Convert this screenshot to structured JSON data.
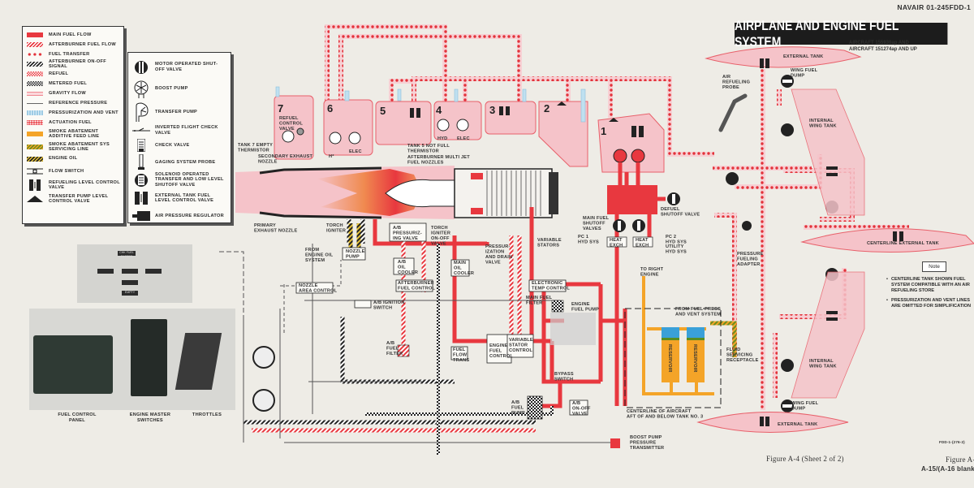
{
  "header": {
    "document_code": "NAVAIR 01-245FDD-1",
    "title": "AIRPLANE AND ENGINE FUEL SYSTEM",
    "applicability": [
      "AIRCRAFT 155930ap AND",
      "AIRCRAFT 151274ap AND UP"
    ]
  },
  "legend_lines": [
    {
      "type": "main",
      "label": "MAIN FUEL FLOW"
    },
    {
      "type": "ab",
      "label": "AFTERBURNER FUEL FLOW"
    },
    {
      "type": "transfer",
      "label": "FUEL TRANSFER"
    },
    {
      "type": "absig",
      "label": "AFTERBURNER ON-OFF SIGNAL"
    },
    {
      "type": "refuel",
      "label": "REFUEL"
    },
    {
      "type": "metered",
      "label": "METERED FUEL"
    },
    {
      "type": "gravity",
      "label": "GRAVITY FLOW"
    },
    {
      "type": "ref",
      "label": "REFERENCE PRESSURE"
    },
    {
      "type": "vent",
      "label": "PRESSURIZATION AND VENT"
    },
    {
      "type": "act",
      "label": "ACTUATION FUEL"
    },
    {
      "type": "smoke",
      "label": "SMOKE ABATEMENT ADDITIVE FEED LINE"
    },
    {
      "type": "smokeserv",
      "label": "SMOKE ABATEMENT SYS SERVICING LINE"
    },
    {
      "type": "oil",
      "label": "ENGINE OIL"
    },
    {
      "type": "flow-switch",
      "label": "FLOW SWITCH"
    },
    {
      "type": "refuel-level-valve",
      "label": "REFUELING LEVEL CONTROL VALVE"
    },
    {
      "type": "transfer-pump-level-valve",
      "label": "TRANSFER PUMP LEVEL CONTROL VALVE"
    }
  ],
  "legend_symbols": [
    {
      "icon": "motor-operated-shutoff-valve-icon",
      "label": "MOTOR OPERATED SHUT-OFF VALVE"
    },
    {
      "icon": "boost-pump-icon",
      "label": "BOOST PUMP"
    },
    {
      "icon": "transfer-pump-icon",
      "label": "TRANSFER PUMP"
    },
    {
      "icon": "inverted-flight-check-valve-icon",
      "label": "INVERTED FLIGHT CHECK VALVE"
    },
    {
      "icon": "check-valve-icon",
      "label": "CHECK VALVE"
    },
    {
      "icon": "gaging-probe-icon",
      "label": "GAGING SYSTEM PROBE"
    },
    {
      "icon": "solenoid-valve-icon",
      "label": "SOLENOID OPERATED TRANSFER AND LOW LEVEL SHUTOFF VALVE"
    },
    {
      "icon": "external-tank-level-valve-icon",
      "label": "EXTERNAL TANK FUEL LEVEL CONTROL VALVE"
    },
    {
      "icon": "air-pressure-regulator-icon",
      "label": "AIR PRESSURE REGULATOR"
    }
  ],
  "colors": {
    "main_fuel": "#e8383f",
    "tank_fill": "#f5c3c9",
    "smoke_additive": "#f4a428",
    "vent": "#9ecbe4",
    "oil": "#e8c43a"
  },
  "tanks": [
    "7",
    "6",
    "5",
    "4",
    "3",
    "2",
    "1"
  ],
  "labels": {
    "refuel_control_valve": "REFUEL\nCONTROL\nVALVE",
    "tank7_thermistor": "TANK 7 EMPTY\nTHERMISTOR",
    "secondary_nozzle": "SECONDARY EXHAUST\nNOZZLE",
    "tank5_thermistor": "TANK 5 NOT FULL\nTHERMISTOR",
    "ab_nozzles": "AFTERBURNER MULTI JET\nFUEL NOZZLES",
    "hyd": "HYD",
    "elec": "ELEC",
    "h_star": "H*",
    "primary_nozzle": "PRIMARY\nEXHAUST NOZZLE",
    "torch_igniter": "TORCH\nIGNITER",
    "ab_press_valve": "A/B\nPRESSURIZ-\nING VALVE",
    "torch_onoff": "TORCH\nIGNITER\nON-OFF\nVALVE",
    "press_drain": "PRESSUR-\nIZATION\nAND DRAIN\nVALVE",
    "variable_stators": "VARIABLE\nSTATORS",
    "from_engine_oil": "FROM\nENGINE OIL\nSYSTEM",
    "nozzle_pump": "NOZZLE\nPUMP",
    "ab_oil_cooler": "A/B\nOIL\nCOOLER",
    "main_oil_cooler": "MAIN\nOIL\nCOOLER",
    "ab_fuel_control": "AFTERBURNER\nFUEL CONTROL",
    "nozzle_area_control": "NOZZLE\nAREA CONTROL",
    "ab_ignition_switch": "A/B IGNITION\nSWITCH",
    "electronic_temp": "ELECTRONIC\nTEMP CONTROL",
    "main_fuel_filter": "MAIN FUEL\nFILTER",
    "engine_fuel_pump": "ENGINE\nFUEL PUMP",
    "ab_fuel_filter": "A/B\nFUEL\nFILTER",
    "fuel_flow_trans": "FUEL\nFLOW\nTRANS",
    "engine_fuel_control": "ENGINE\nFUEL\nCONTROL",
    "variable_stator_control": "VARIABLE\nSTATOR\nCONTROL",
    "bypass_switch": "BYPASS\nSWITCH",
    "ab_fuel_pump": "A/B\nFUEL\nPUMP",
    "ab_onoff_valve": "A/B\nON-OFF\nVALVE",
    "boost_pump_transmitter": "BOOST PUMP\nPRESSURE\nTRANSMITTER",
    "main_fuel_shutoff": "MAIN FUEL\nSHUTOFF\nVALVES",
    "pc1": "PC 1\nHYD SYS",
    "heat_exch": "HEAT\nEXCH",
    "pc2": "PC 2\nHYD SYS",
    "utility": "UTILITY\nHYD SYS",
    "to_right_engine": "TO RIGHT\nENGINE",
    "defuel": "DEFUEL\nSHUTOFF VALVE",
    "from_fuel_press": "FROM FUEL PRESS\nAND VENT SYSTEM",
    "reservoir": "RESERVOIR",
    "fluid_servicing": "FLUID\nSERVICING\nRECEPTACLE",
    "centerline_aircraft": "CENTERLINE OF AIRCRAFT\nAFT OF AND BELOW TANK NO. 3",
    "air_refueling_probe": "AIR\nREFUELING\nPROBE",
    "external_tank": "EXTERNAL TANK",
    "wing_fuel_dump": "WING FUEL\nDUMP",
    "internal_wing_tank": "INTERNAL\nWING TANK",
    "pressure_fueling": "PRESSURE\nFUELING\nADAPTER",
    "centerline_external_tank": "CENTERLINE EXTERNAL TANK"
  },
  "cockpit": {
    "annunciator_top": "CHK FUEL FILTERS",
    "annunciator_bottom": "EMPTY",
    "fuel_control_panel": "FUEL CONTROL\nPANEL",
    "engine_master_switches": "ENGINE MASTER\nSWITCHES",
    "throttles": "THROTTLES"
  },
  "note": {
    "title": "Note",
    "items": [
      "CENTERLINE TANK SHOWN FUEL SYSTEM COMPATIBLE WITH AN AIR REFUELING STORE",
      "PRESSURIZATION AND VENT LINES ARE OMITTED FOR SIMPLIFICATION"
    ]
  },
  "footer": {
    "drawing_code": "FDD-1-(276-2)",
    "figure_caption": "Figure A-4  (Sheet 2 of 2)",
    "next_figure": "Figure A-",
    "page_number": "A-15/(A-16 blank"
  }
}
